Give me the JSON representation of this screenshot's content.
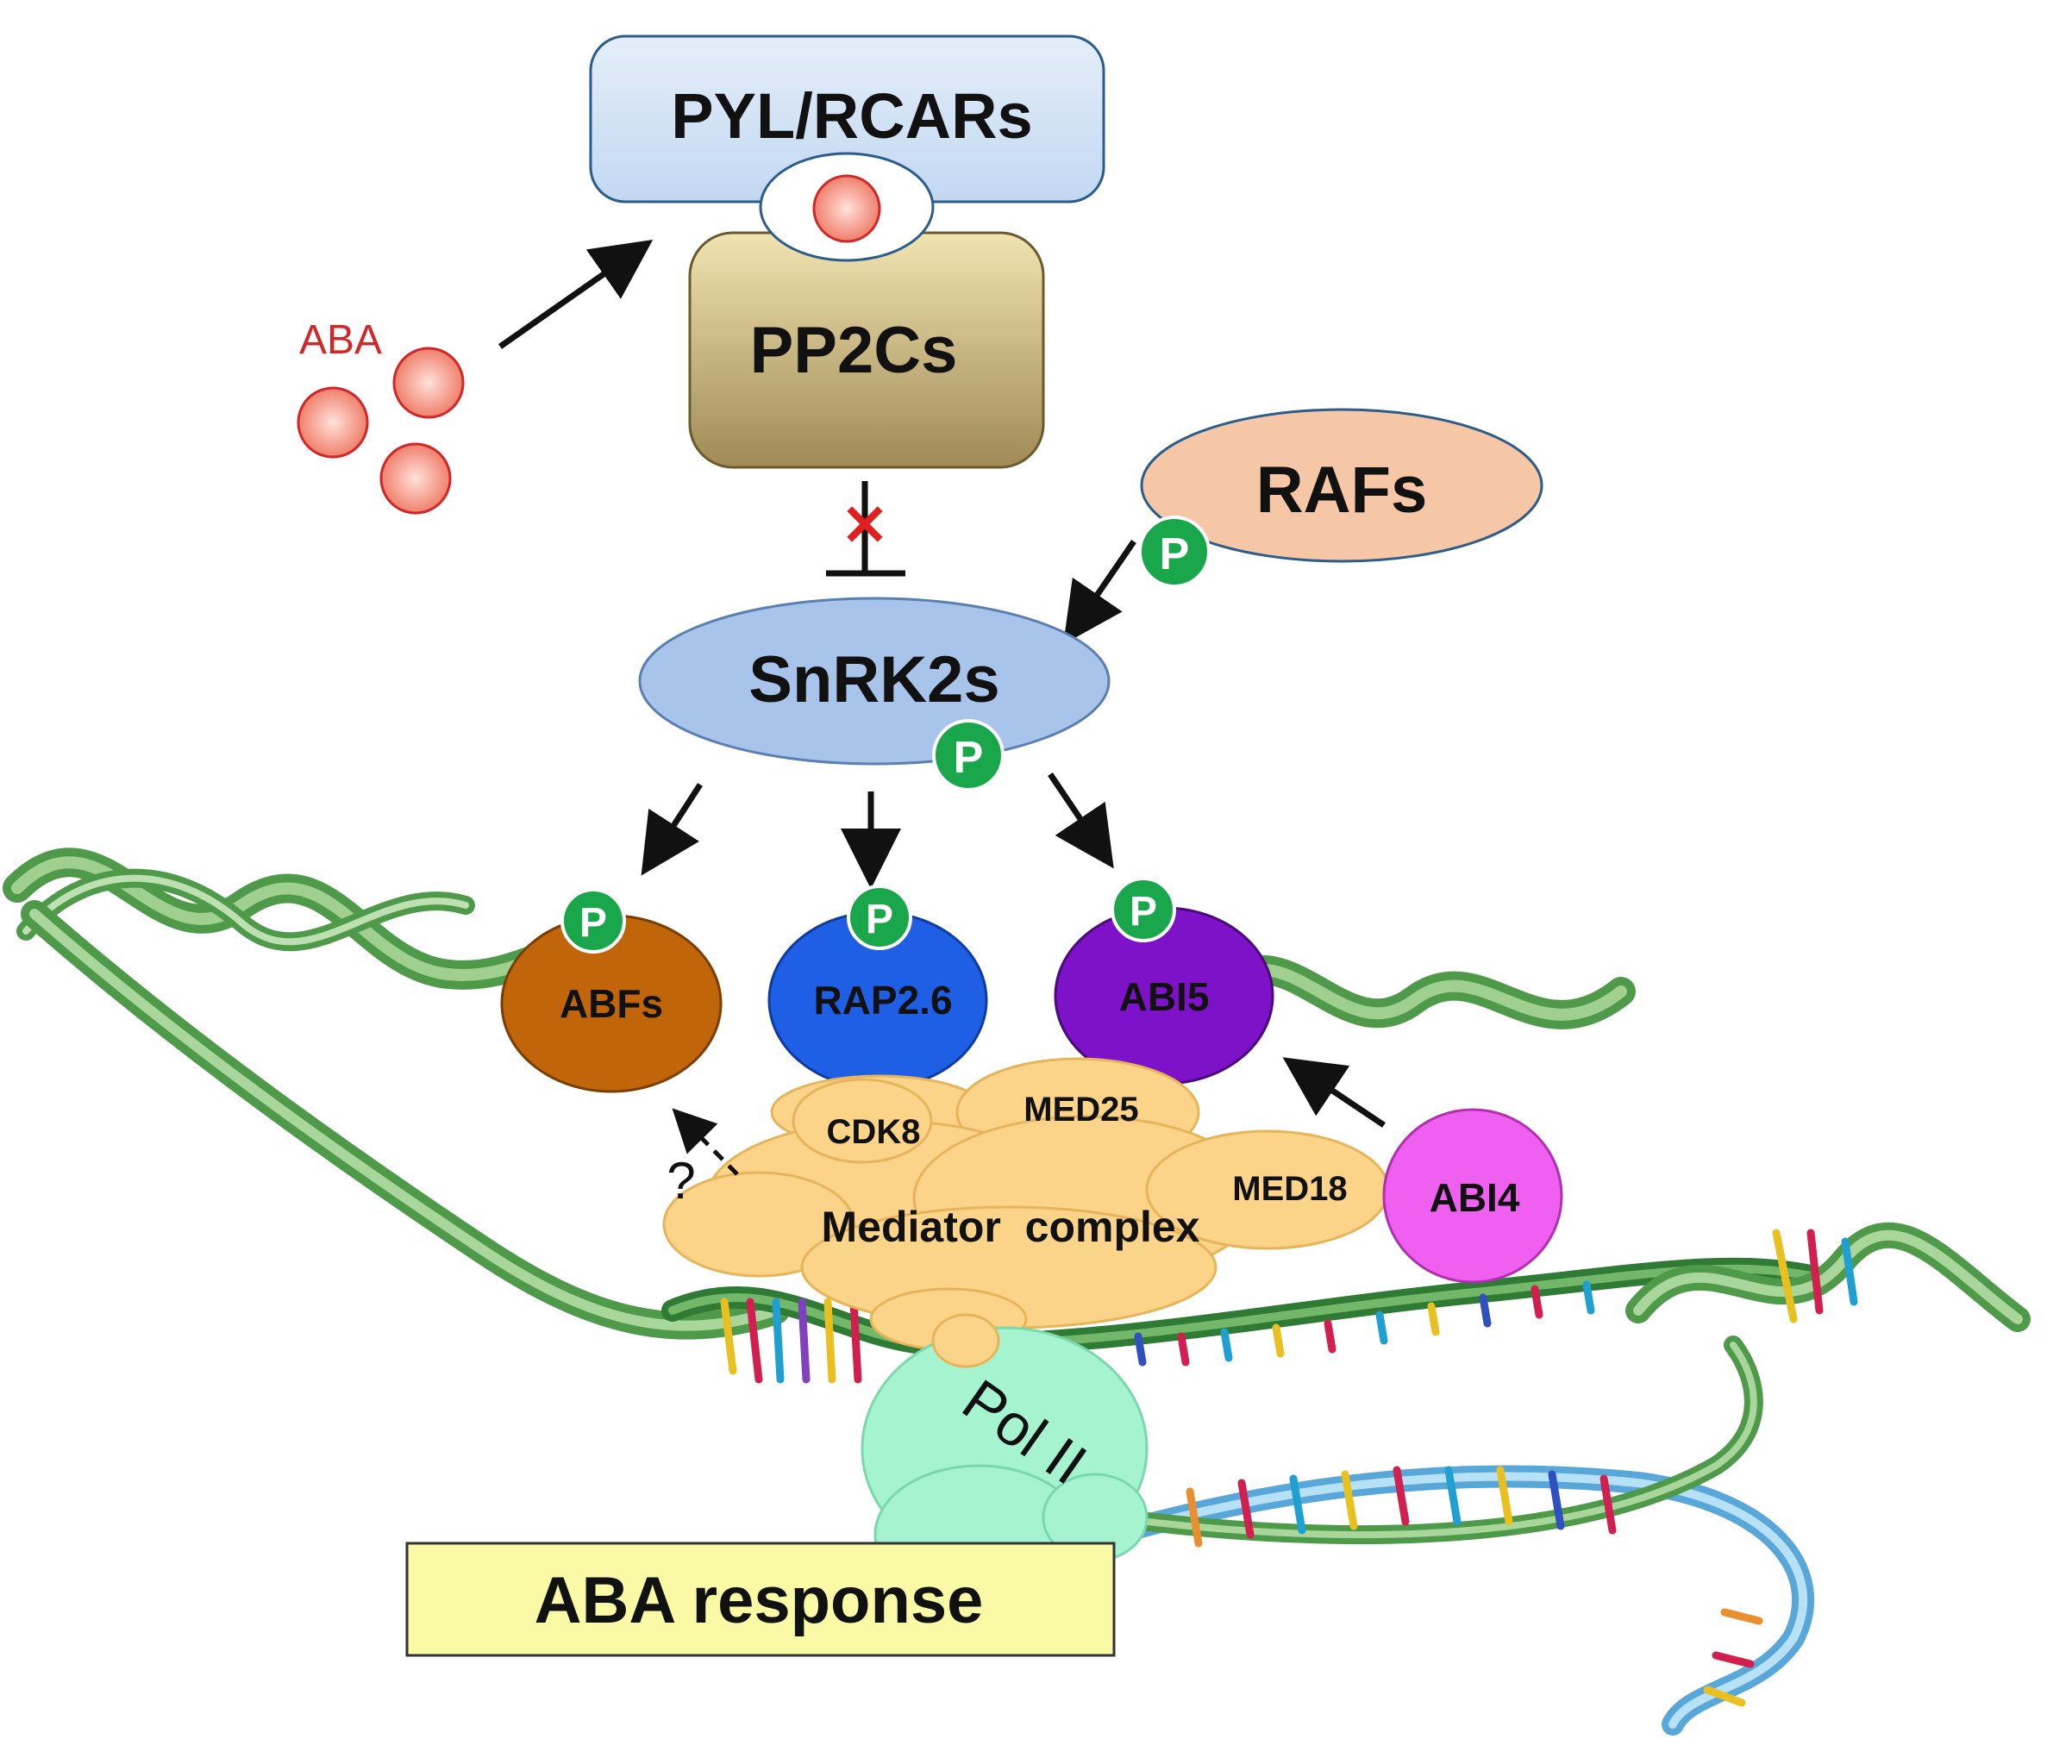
{
  "labels": {
    "pyl": "PYL/RCARs",
    "pp2c": "PP2Cs",
    "aba": "ABA",
    "rafs": "RAFs",
    "snrk2": "SnRK2s",
    "abfs": "ABFs",
    "rap": "RAP2.6",
    "abi5": "ABI5",
    "abi4": "ABI4",
    "cdk8": "CDK8",
    "med25": "MED25",
    "med18": "MED18",
    "mediator": "Mediator  complex",
    "pol2": "Pol II",
    "response": "ABA response",
    "question": "?",
    "phospho": "P",
    "block": "×"
  },
  "colors": {
    "pyl": "#cfe2f6",
    "pp2c_top": "#efe0a6",
    "pp2c_bottom": "#a5905a",
    "aba": "#f28b7a",
    "rafs": "#f5c7a6",
    "snrk2": "#a9c4ea",
    "abfs": "#c0650a",
    "rap": "#1f5fe6",
    "abi5": "#7e12c8",
    "abi4": "#f060f0",
    "mediator": "#fbd48a",
    "pol2": "#a6f4cf",
    "response_box": "#fafaa6",
    "phospho": "#1aa64a",
    "dna": "#4f9a4a",
    "block": "#e02020"
  }
}
